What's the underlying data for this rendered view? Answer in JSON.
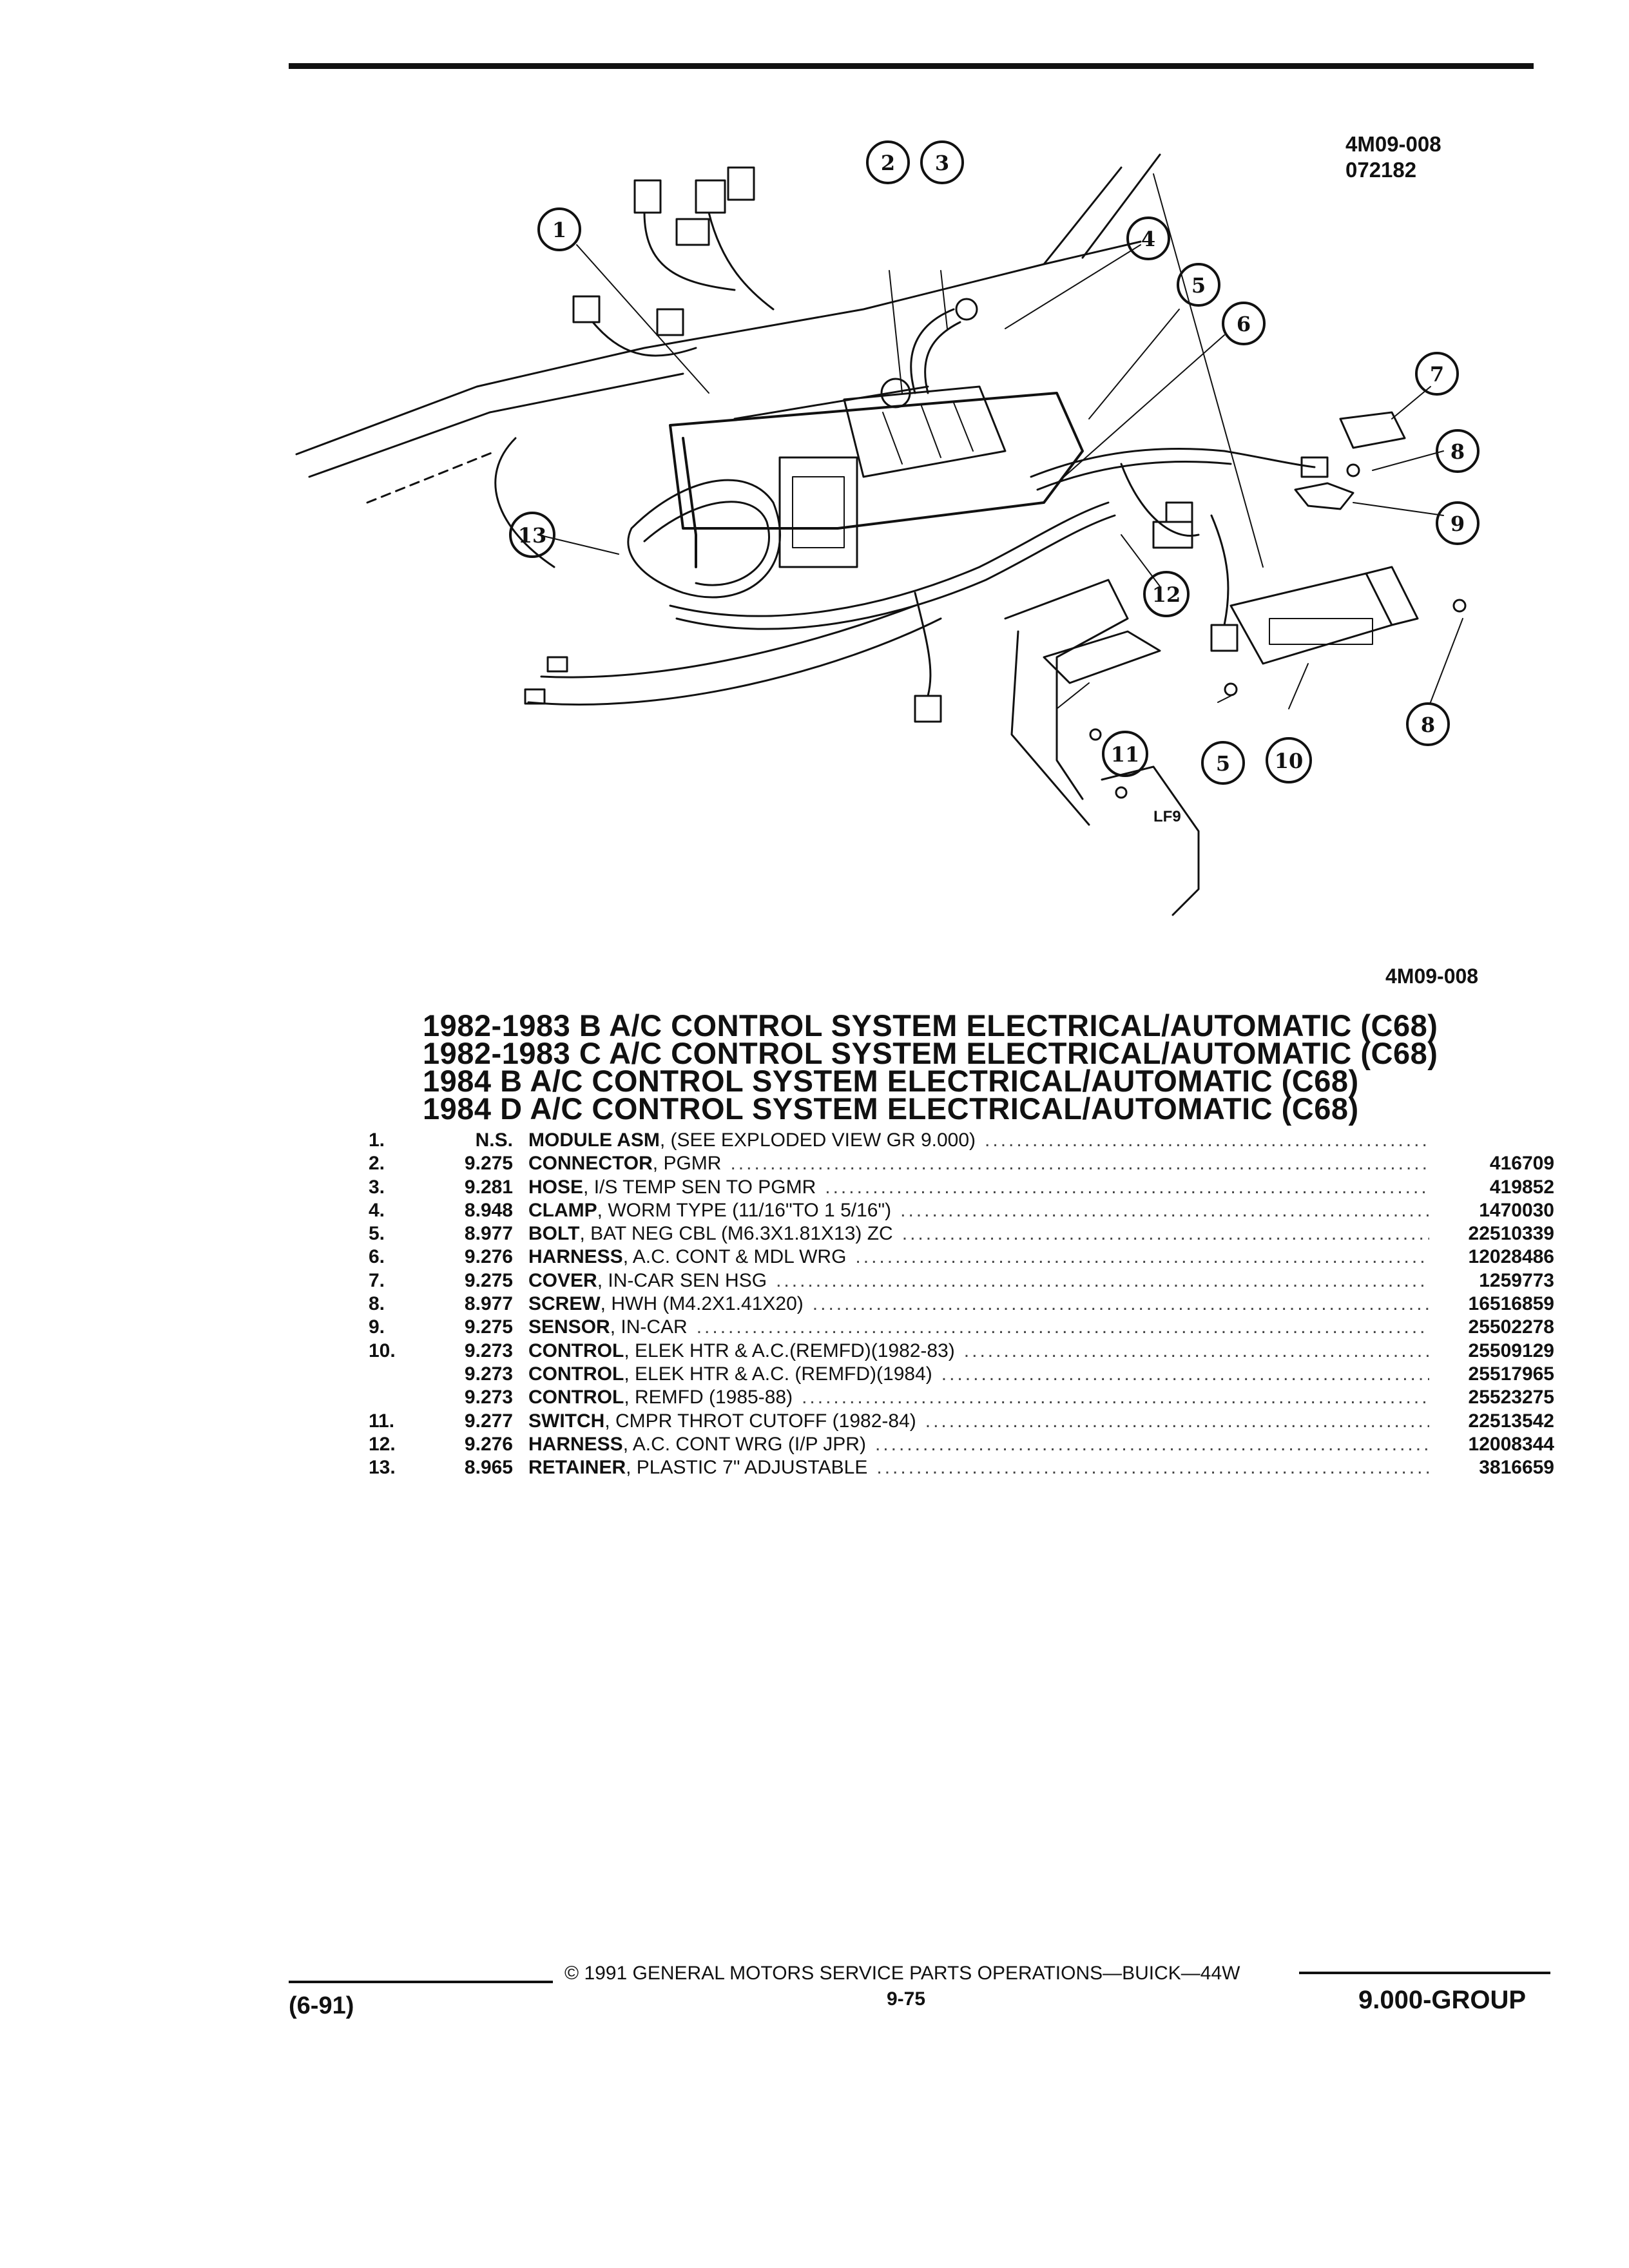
{
  "header": {
    "figure_code": "4M09-008",
    "figure_date": "072182"
  },
  "figure": {
    "callouts": [
      "1",
      "2",
      "3",
      "4",
      "5",
      "6",
      "7",
      "8",
      "8",
      "9",
      "10",
      "11",
      "12",
      "13",
      "5"
    ],
    "view_label": "LF9",
    "caption": "4M09-008"
  },
  "titles": [
    "1982-1983 B A/C CONTROL SYSTEM ELECTRICAL/AUTOMATIC (C68)",
    "1982-1983 C A/C CONTROL SYSTEM ELECTRICAL/AUTOMATIC (C68)",
    "1984 B A/C CONTROL SYSTEM ELECTRICAL/AUTOMATIC (C68)",
    "1984 D A/C CONTROL SYSTEM ELECTRICAL/AUTOMATIC (C68)"
  ],
  "parts": [
    {
      "num": "1.",
      "group": "N.S.",
      "name": "MODULE ASM",
      "desc": ", (SEE EXPLODED VIEW GR 9.000)",
      "part_no": ""
    },
    {
      "num": "2.",
      "group": "9.275",
      "name": "CONNECTOR",
      "desc": ", PGMR",
      "part_no": "416709"
    },
    {
      "num": "3.",
      "group": "9.281",
      "name": "HOSE",
      "desc": ", I/S TEMP SEN TO PGMR",
      "part_no": "419852"
    },
    {
      "num": "4.",
      "group": "8.948",
      "name": "CLAMP",
      "desc": ", WORM TYPE (11/16\"TO 1 5/16\")",
      "part_no": "1470030"
    },
    {
      "num": "5.",
      "group": "8.977",
      "name": "BOLT",
      "desc": ", BAT NEG CBL (M6.3X1.81X13) ZC",
      "part_no": "22510339"
    },
    {
      "num": "6.",
      "group": "9.276",
      "name": "HARNESS",
      "desc": ", A.C. CONT & MDL WRG",
      "part_no": "12028486"
    },
    {
      "num": "7.",
      "group": "9.275",
      "name": "COVER",
      "desc": ", IN-CAR SEN HSG",
      "part_no": "1259773"
    },
    {
      "num": "8.",
      "group": "8.977",
      "name": "SCREW",
      "desc": ", HWH (M4.2X1.41X20)",
      "part_no": "16516859"
    },
    {
      "num": "9.",
      "group": "9.275",
      "name": "SENSOR",
      "desc": ", IN-CAR",
      "part_no": "25502278"
    },
    {
      "num": "10.",
      "group": "9.273",
      "name": "CONTROL",
      "desc": ", ELEK HTR & A.C.(REMFD)(1982-83)",
      "part_no": "25509129"
    },
    {
      "num": "",
      "group": "9.273",
      "name": "CONTROL",
      "desc": ", ELEK HTR & A.C. (REMFD)(1984)",
      "part_no": "25517965"
    },
    {
      "num": "",
      "group": "9.273",
      "name": "CONTROL",
      "desc": ", REMFD (1985-88)",
      "part_no": "25523275"
    },
    {
      "num": "11.",
      "group": "9.277",
      "name": "SWITCH",
      "desc": ", CMPR THROT CUTOFF (1982-84)",
      "part_no": "22513542"
    },
    {
      "num": "12.",
      "group": "9.276",
      "name": "HARNESS",
      "desc": ", A.C. CONT WRG (I/P JPR)",
      "part_no": "12008344"
    },
    {
      "num": "13.",
      "group": "8.965",
      "name": "RETAINER",
      "desc": ", PLASTIC 7\" ADJUSTABLE",
      "part_no": "3816659"
    }
  ],
  "footer": {
    "copyright": "© 1991 GENERAL MOTORS SERVICE PARTS OPERATIONS—BUICK—44W",
    "page": "9-75",
    "date_code": "(6-91)",
    "group": "9.000-GROUP"
  }
}
